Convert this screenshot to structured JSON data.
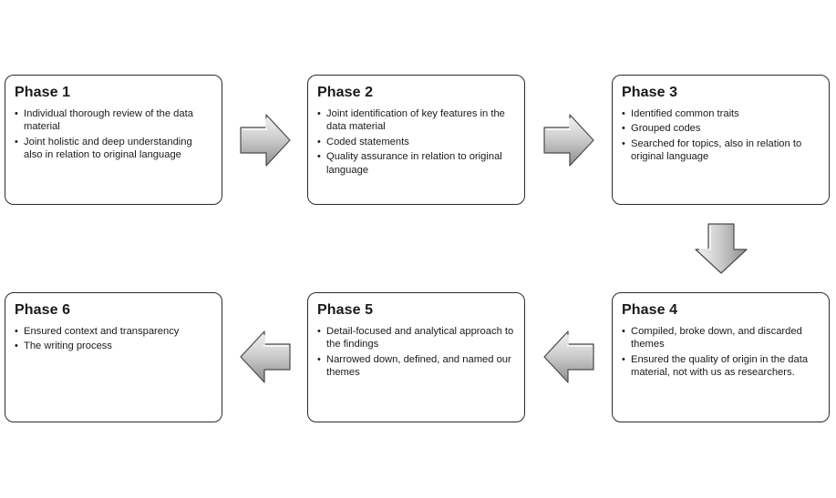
{
  "phases": [
    {
      "title": "Phase 1",
      "items": [
        "Individual thorough  review of the data material",
        "Joint holistic  and deep understanding also in relation to original language"
      ]
    },
    {
      "title": "Phase 2",
      "items": [
        "Joint identification of key features in the data material",
        "Coded statements",
        "Quality assurance in relation to original language"
      ]
    },
    {
      "title": "Phase 3",
      "items": [
        "Identified common traits",
        "Grouped codes",
        "Searched for topics, also in relation to original language"
      ]
    },
    {
      "title": "Phase 4",
      "items": [
        "Compiled, broke down, and discarded themes",
        "Ensured the quality of origin  in the data material, not with us as researchers."
      ]
    },
    {
      "title": "Phase 5",
      "items": [
        "Detail-focused and analytical approach to the findings",
        "Narrowed down,  defined, and named our themes"
      ]
    },
    {
      "title": "Phase 6",
      "items": [
        "Ensured context and transparency",
        "The writing process"
      ]
    }
  ],
  "colors": {
    "arrow_fill_light": "#f2f2f2",
    "arrow_fill_dark": "#8c8c8c",
    "arrow_stroke": "#4a4a4a",
    "box_border": "#2b2b2b"
  },
  "icons": {
    "right": "right-arrow-icon",
    "down": "down-arrow-icon",
    "left": "left-arrow-icon"
  }
}
